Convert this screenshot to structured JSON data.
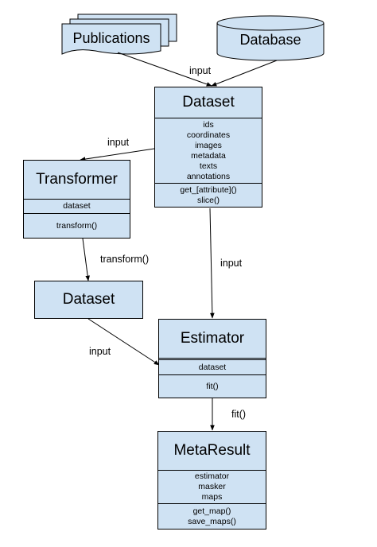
{
  "sources": {
    "publications": "Publications",
    "database": "Database"
  },
  "dataset_main": {
    "title": "Dataset",
    "attributes": [
      "ids",
      "coordinates",
      "images",
      "metadata",
      "texts",
      "annotations"
    ],
    "methods": [
      "get_[attribute]()",
      "slice()"
    ]
  },
  "transformer": {
    "title": "Transformer",
    "attributes": [
      "dataset"
    ],
    "methods": [
      "transform()"
    ]
  },
  "dataset_out": {
    "title": "Dataset"
  },
  "estimator": {
    "title": "Estimator",
    "attributes": [
      "dataset"
    ],
    "methods": [
      "fit()"
    ]
  },
  "metaresult": {
    "title": "MetaResult",
    "attributes": [
      "estimator",
      "masker",
      "maps"
    ],
    "methods": [
      "get_map()",
      "save_maps()"
    ]
  },
  "edge_labels": {
    "sources_to_dataset": "input",
    "dataset_to_transformer": "input",
    "transformer_to_dataset": "transform()",
    "dataset_to_estimator": "input",
    "dataset_out_to_estimator": "input",
    "estimator_to_metaresult": "fit()"
  },
  "colors": {
    "box_fill": "#cfe2f3",
    "stroke": "#000000"
  }
}
